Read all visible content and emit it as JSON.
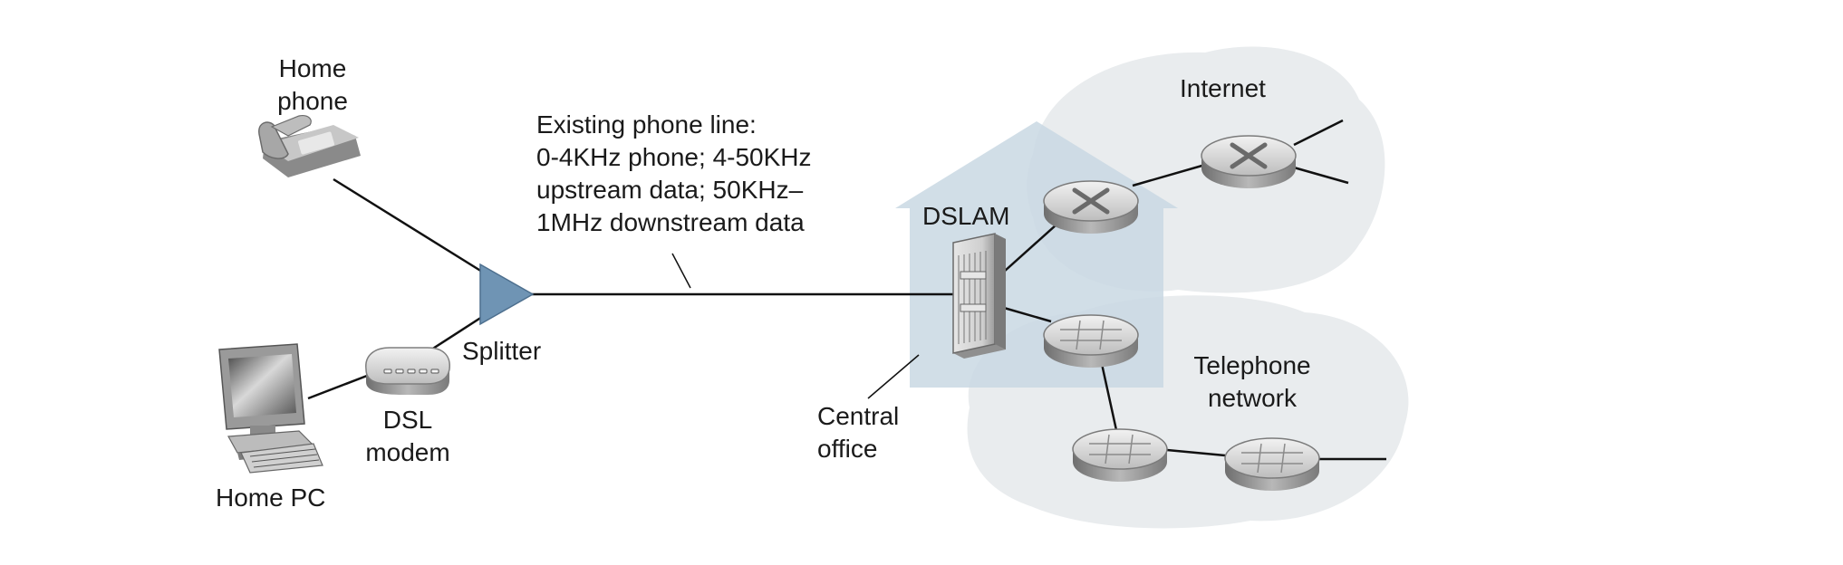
{
  "labels": {
    "home_phone": [
      "Home",
      "phone"
    ],
    "existing_line": [
      "Existing phone line:",
      "0-4KHz phone; 4-50KHz",
      "upstream data; 50KHz–",
      "1MHz downstream data"
    ],
    "internet": "Internet",
    "dslam": "DSLAM",
    "splitter": "Splitter",
    "dsl_modem": [
      "DSL",
      "modem"
    ],
    "home_pc": "Home PC",
    "central_office": [
      "Central",
      "office"
    ],
    "telephone_network": [
      "Telephone",
      "network"
    ]
  },
  "colors": {
    "cloud": "#e9ecee",
    "house": "#c9d8e3",
    "splitter": "#6f94b4",
    "line": "#111111",
    "router_top": "#d4d4d4",
    "router_side": "#8e8e8e"
  }
}
